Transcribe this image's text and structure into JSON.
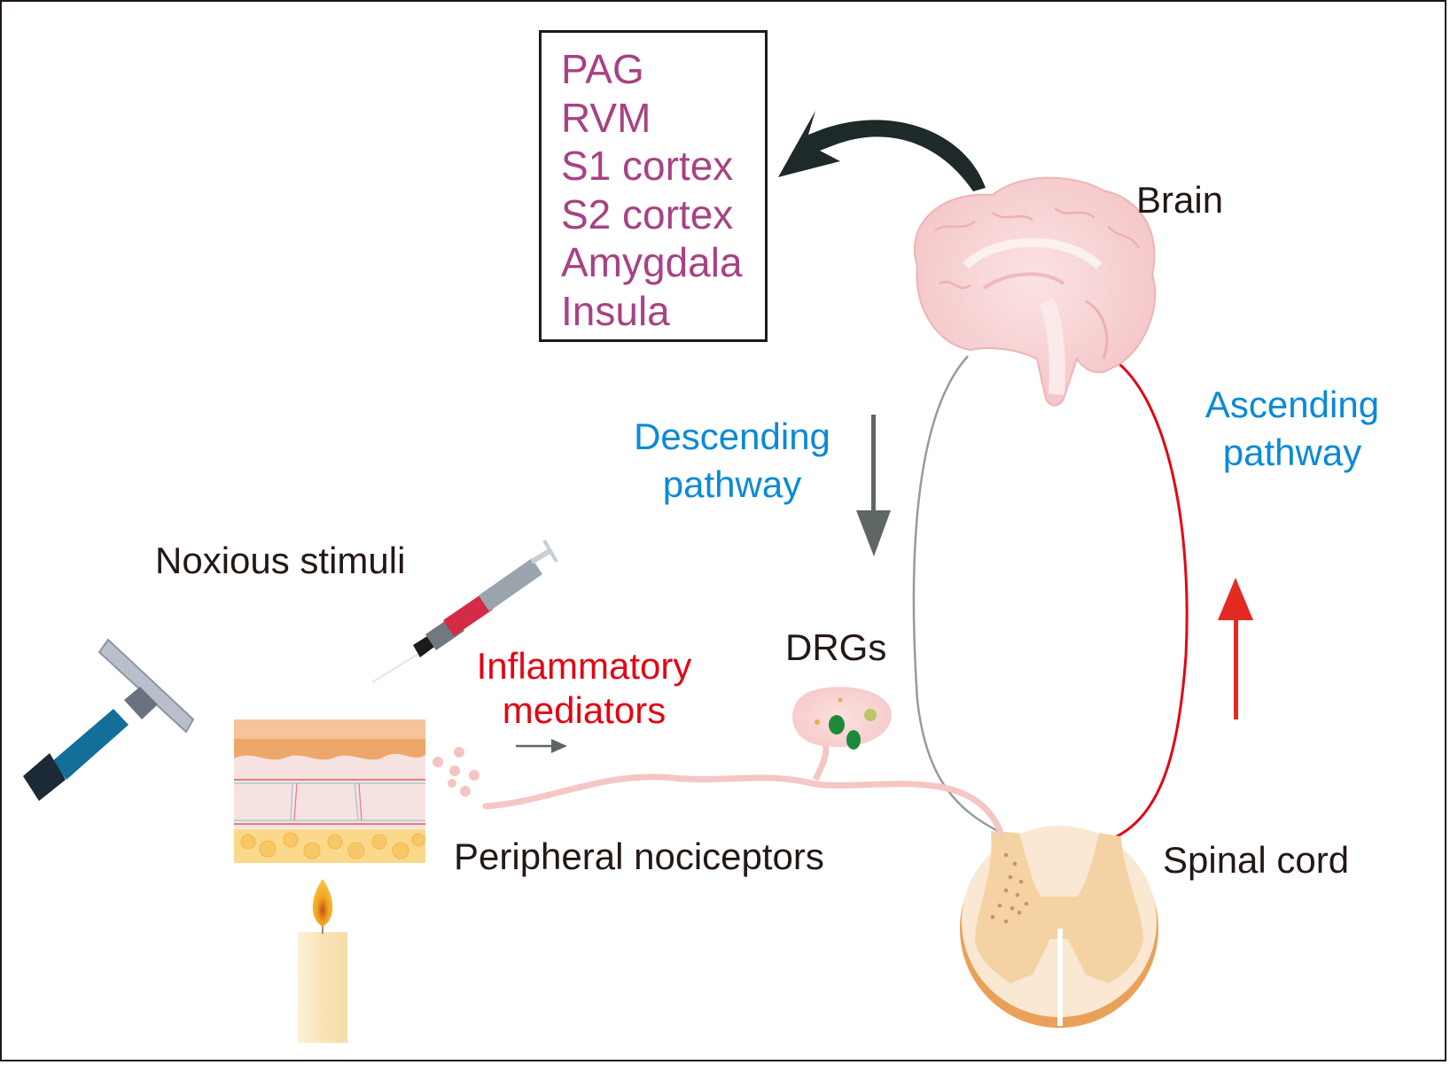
{
  "figure": {
    "brain_regions": [
      "PAG",
      "RVM",
      "S1 cortex",
      "S2 cortex",
      "Amygdala",
      "Insula"
    ],
    "labels": {
      "brain": "Brain",
      "descending_line1": "Descending",
      "descending_line2": "pathway",
      "ascending_line1": "Ascending",
      "ascending_line2": "pathway",
      "noxious_stimuli": "Noxious stimuli",
      "inflammatory_line1": "Inflammatory",
      "inflammatory_line2": "mediators",
      "drgs": "DRGs",
      "peripheral_nociceptors": "Peripheral nociceptors",
      "spinal_cord": "Spinal cord"
    },
    "icons": {
      "hammer": "mechanical-stimulus-hammer",
      "syringe": "chemical-stimulus-syringe",
      "candle": "thermal-stimulus-candle",
      "skin": "skin-cross-section",
      "drg": "dorsal-root-ganglion",
      "brain": "brain-sagittal",
      "spinal_cord": "spinal-cord-cross-section"
    },
    "colors": {
      "region_text": "#a84284",
      "pathway_text": "#0a8ad6",
      "inflammatory_text": "#e30613",
      "ascending_line": "#e30613",
      "descending_line": "#9a9a9a",
      "label_text": "#231815"
    }
  }
}
